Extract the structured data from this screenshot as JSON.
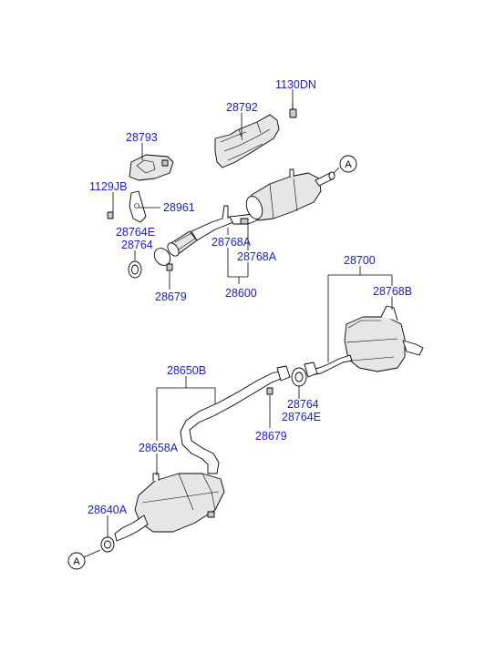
{
  "diagram": {
    "reference_marker": "A",
    "labels": {
      "p1130DN": "1130DN",
      "p28792": "28792",
      "p28793": "28793",
      "p1129JB": "1129JB",
      "p28961": "28961",
      "p28764E_top": "28764E",
      "p28764_top": "28764",
      "p28768A_1": "28768A",
      "p28768A_2": "28768A",
      "p28679_top": "28679",
      "p28600": "28600",
      "p28700": "28700",
      "p28768B": "28768B",
      "p28650B": "28650B",
      "p28764_mid": "28764",
      "p28764E_mid": "28764E",
      "p28679_mid": "28679",
      "p28658A": "28658A",
      "p28640A": "28640A"
    }
  }
}
